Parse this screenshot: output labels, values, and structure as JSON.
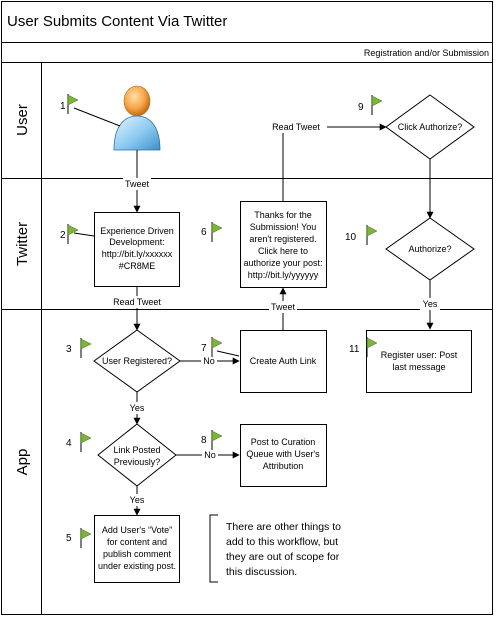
{
  "title": "User Submits Content Via Twitter",
  "phase": "Registration and/or Submission",
  "lanes": [
    "User",
    "Twitter",
    "App"
  ],
  "steps": {
    "s1": "1",
    "s2": "2",
    "s3": "3",
    "s4": "4",
    "s5": "5",
    "s6": "6",
    "s7": "7",
    "s8": "8",
    "s9": "9",
    "s10": "10",
    "s11": "11"
  },
  "nodes": {
    "tweet_box": [
      "Experience Driven",
      "Development:",
      "http://bit.ly/xxxxxx",
      "#CR8ME"
    ],
    "thanks_box": [
      "Thanks for the",
      "Submission! You",
      "aren't registered.",
      "Click here to",
      "authorize your post:",
      "http://bit.ly/yyyyyy"
    ],
    "click_authorize": "Click Authorize?",
    "authorize": "Authorize?",
    "user_registered": "User Registered?",
    "create_auth_link": "Create Auth Link",
    "register_user": [
      "Register user: Post",
      "last message"
    ],
    "link_posted": [
      "Link Posted",
      "Previously?"
    ],
    "curation_queue": [
      "Post to Curation",
      "Queue with User's",
      "Attribution"
    ],
    "add_vote": [
      "Add User's “Vote”",
      "for content and",
      "publish comment",
      "under existing post."
    ]
  },
  "edges": {
    "tweet": "Tweet",
    "read_tweet_top": "Read Tweet",
    "read_tweet_mid": "Read Tweet",
    "tweet_app": "Tweet",
    "no1": "No",
    "yes1": "Yes",
    "no2": "No",
    "yes2": "Yes",
    "yes3": "Yes"
  },
  "note": [
    "There are other things to",
    "add to this workflow, but",
    "they are out of scope for",
    "this discussion."
  ]
}
